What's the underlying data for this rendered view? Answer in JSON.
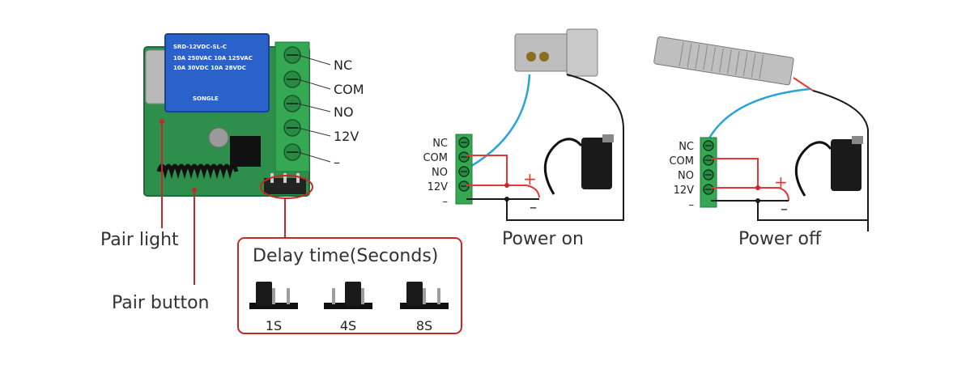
{
  "relay_module": {
    "terminals": [
      "NC",
      "COM",
      "NO",
      "12V",
      "–"
    ],
    "relay_text": {
      "model": "SRD-12VDC-SL-C",
      "rating1": "10A 250VAC  10A 125VAC",
      "rating2": "10A 30VDC  10A 28VDC",
      "brand": "SONGLE"
    },
    "pair_light_label": "Pair light",
    "pair_button_label": "Pair button"
  },
  "delay_box": {
    "title": "Delay time(Seconds)",
    "options": [
      "1S",
      "4S",
      "8S"
    ]
  },
  "power_on_diagram": {
    "terminals": [
      "NC",
      "COM",
      "NO",
      "12V",
      "–"
    ],
    "caption": "Power on",
    "plus_sign": "+",
    "minus_sign": "–"
  },
  "power_off_diagram": {
    "terminals": [
      "NC",
      "COM",
      "NO",
      "12V",
      "–"
    ],
    "caption": "Power off",
    "plus_sign": "+",
    "minus_sign": "–"
  },
  "colors": {
    "red_wire": "#e53935",
    "blue_wire": "#29a3d8",
    "black_wire": "#1a1a1a",
    "terminal_green": "#2e9b4a",
    "callout_red": "#c62828"
  }
}
